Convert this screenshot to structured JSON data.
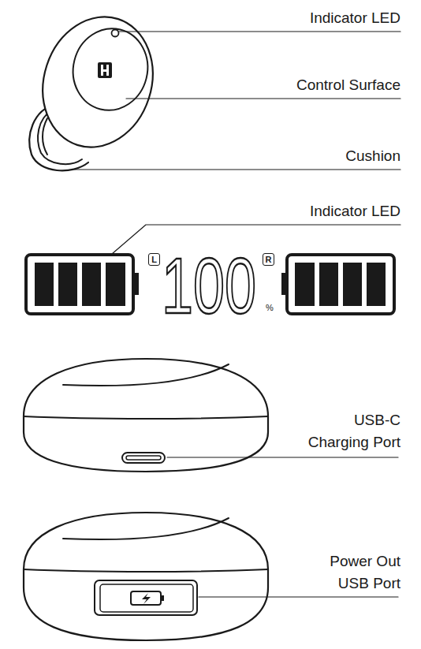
{
  "diagram": {
    "nodes": [
      {
        "text": [
          "L"
        ]
      },
      {
        "text": [
          "R"
        ]
      }
    ],
    "labels": [
      "Indicator LED",
      "Control Surface",
      "Cushion",
      "Indicator LED",
      "100",
      "%",
      "USB-C Charging Port",
      "Power Out USB Port"
    ]
  }
}
